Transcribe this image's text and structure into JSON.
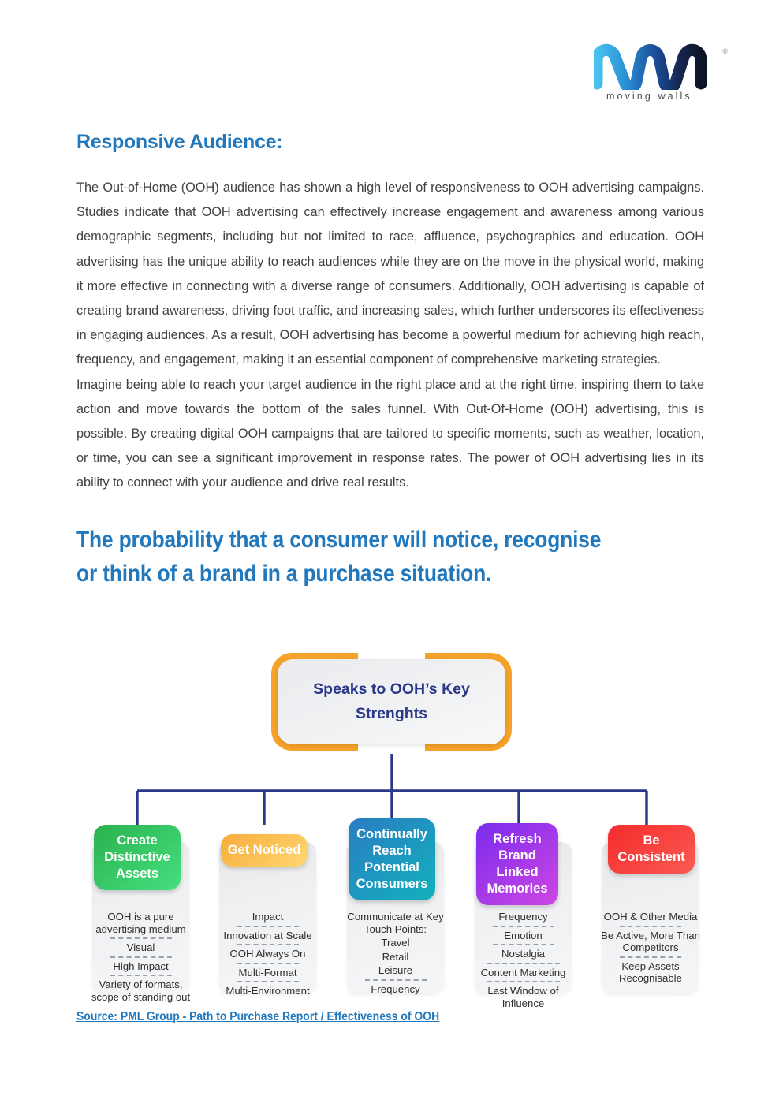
{
  "brand": {
    "logo_name": "moving-walls-logo",
    "wordmark": "moving walls",
    "registered_mark": "®",
    "colors": {
      "light": "#3bb6e8",
      "mid": "#1e5fae",
      "dark": "#111a33"
    }
  },
  "section": {
    "title": "Responsive Audience:",
    "title_color": "#2278bc",
    "paragraph_1": "The Out-of-Home (OOH) audience has shown a high level of responsiveness to OOH advertising campaigns. Studies indicate that OOH advertising can effectively increase engagement and awareness among various demographic segments, including but not limited to race, affluence, psychographics and education. OOH advertising has the unique ability to reach audiences while they are on the move in the physical world, making it more effective in connecting with a diverse range of consumers. Additionally, OOH advertising is capable of creating brand awareness, driving foot traffic, and increasing sales, which further underscores its effectiveness in engaging audiences. As a result, OOH advertising has become a powerful medium for achieving high reach, frequency, and engagement, making it an essential component of comprehensive marketing strategies.",
    "paragraph_2": "Imagine being able to reach your target audience in the right place and at the right time, inspiring them to take action and move towards the bottom of the sales funnel. With Out-Of-Home (OOH) advertising, this is possible. By creating digital OOH campaigns that are tailored to specific moments, such as weather, location, or time, you can see a significant improvement in response rates. The power of OOH advertising lies in its ability to connect with your audience and drive real results."
  },
  "figure": {
    "heading_line_1": "The probability that a consumer will notice, recognise",
    "heading_line_2": "or think of a brand in a purchase situation.",
    "source": "Source:  PML Group - Path to Purchase Report / Effectiveness of OOH",
    "connector_color": "#2b3788"
  },
  "chart_data": {
    "type": "diagram",
    "diagram_type": "org-tree",
    "title": "The probability that a consumer will notice, recognise or think of a brand in a purchase situation.",
    "root": {
      "label": "Speaks to OOH’s Key Strenghts",
      "text_color": "#2b3788",
      "border_color": "#f5a12a",
      "fill": "#eef0f2"
    },
    "branches": [
      {
        "title": "Create Distinctive Assets",
        "color_start": "#2bb14f",
        "color_end": "#45e07f",
        "items": [
          "OOH is a pure advertising medium",
          "Visual",
          "High Impact",
          "Variety of formats, scope of standing out"
        ]
      },
      {
        "title": "Get Noticed",
        "color_start": "#f8ab3a",
        "color_end": "#ffd873",
        "items": [
          "Impact",
          "Innovation at Scale",
          "OOH Always On",
          "Multi-Format",
          "Multi-Environment"
        ]
      },
      {
        "title": "Continually Reach Potential Consumers",
        "color_start": "#2a7cc2",
        "color_end": "#11b2bd",
        "items": [
          "Communicate at Key Touch Points:",
          "Travel",
          "Retail",
          "Leisure",
          "Frequency"
        ]
      },
      {
        "title": "Refresh Brand Linked Memories",
        "color_start": "#7a2bee",
        "color_end": "#cf47e2",
        "items": [
          "Frequency",
          "Emotion",
          "Nostalgia",
          "Content Marketing",
          "Last Window of Influence"
        ]
      },
      {
        "title": "Be Consistent",
        "color_start": "#f42c2c",
        "color_end": "#fb5a52",
        "items": [
          "OOH & Other Media",
          "Be Active, More Than Competitors",
          "Keep Assets Recognisable"
        ]
      }
    ]
  }
}
